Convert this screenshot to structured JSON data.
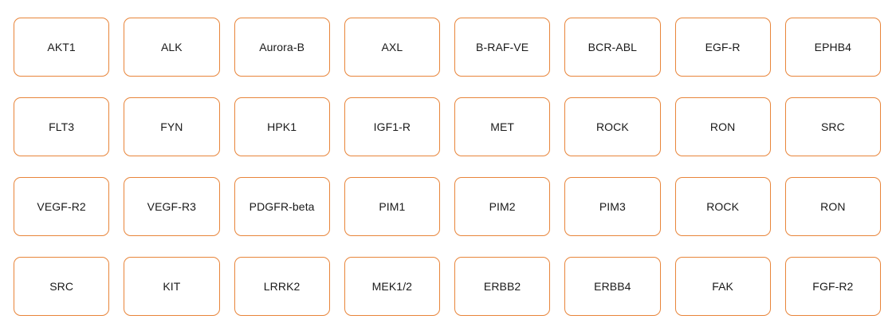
{
  "canvas": {
    "background_color": "#ffffff",
    "columns": 8,
    "rows": 4
  },
  "style": {
    "node_border_color": "#e8853a",
    "node_fill_color": "#ffffff",
    "node_text_color": "#1a1a1a"
  },
  "nodes": [
    {
      "label": "AKT1"
    },
    {
      "label": "ALK"
    },
    {
      "label": "Aurora-B"
    },
    {
      "label": "AXL"
    },
    {
      "label": "B-RAF-VE"
    },
    {
      "label": "BCR-ABL"
    },
    {
      "label": "EGF-R"
    },
    {
      "label": "EPHB4"
    },
    {
      "label": "FLT3"
    },
    {
      "label": "FYN"
    },
    {
      "label": "HPK1"
    },
    {
      "label": "IGF1-R"
    },
    {
      "label": "MET"
    },
    {
      "label": "ROCK"
    },
    {
      "label": "RON"
    },
    {
      "label": "SRC"
    },
    {
      "label": "VEGF-R2"
    },
    {
      "label": "VEGF-R3"
    },
    {
      "label": "PDGFR-beta"
    },
    {
      "label": "PIM1"
    },
    {
      "label": "PIM2"
    },
    {
      "label": "PIM3"
    },
    {
      "label": "ROCK"
    },
    {
      "label": "RON"
    },
    {
      "label": "SRC"
    },
    {
      "label": "KIT"
    },
    {
      "label": "LRRK2"
    },
    {
      "label": "MEK1/2"
    },
    {
      "label": "ERBB2"
    },
    {
      "label": "ERBB4"
    },
    {
      "label": "FAK"
    },
    {
      "label": "FGF-R2"
    }
  ]
}
